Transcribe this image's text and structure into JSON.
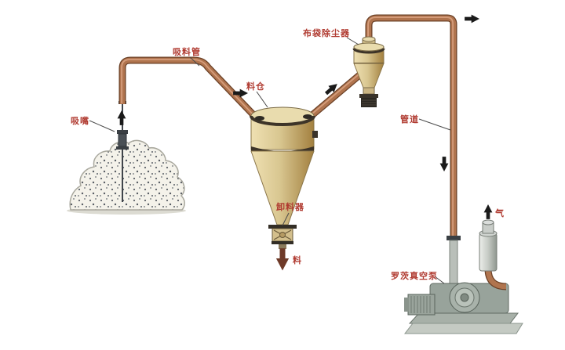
{
  "labels": {
    "suction_pipe": "吸料管",
    "suction_nozzle": "吸嘴",
    "silo": "料仓",
    "bag_dust_collector": "布袋除尘器",
    "pipe": "管道",
    "discharger": "卸料器",
    "material": "料",
    "air": "气",
    "roots_vacuum_pump": "罗茨真空泵"
  },
  "colors": {
    "background": "#ffffff",
    "pipe_copper": "#b0744e",
    "pipe_copper_dark": "#6a4026",
    "pipe_highlight": "#dca584",
    "tank_tan_light": "#efe0b2",
    "tank_tan": "#d9c791",
    "tank_tan_dark": "#a3803f",
    "band_dark": "#3d3428",
    "metal_gray": "#9aa49c",
    "silver": "#c6cbc5",
    "label_red": "#b03a30",
    "arrow_black": "#1a1a1a"
  }
}
